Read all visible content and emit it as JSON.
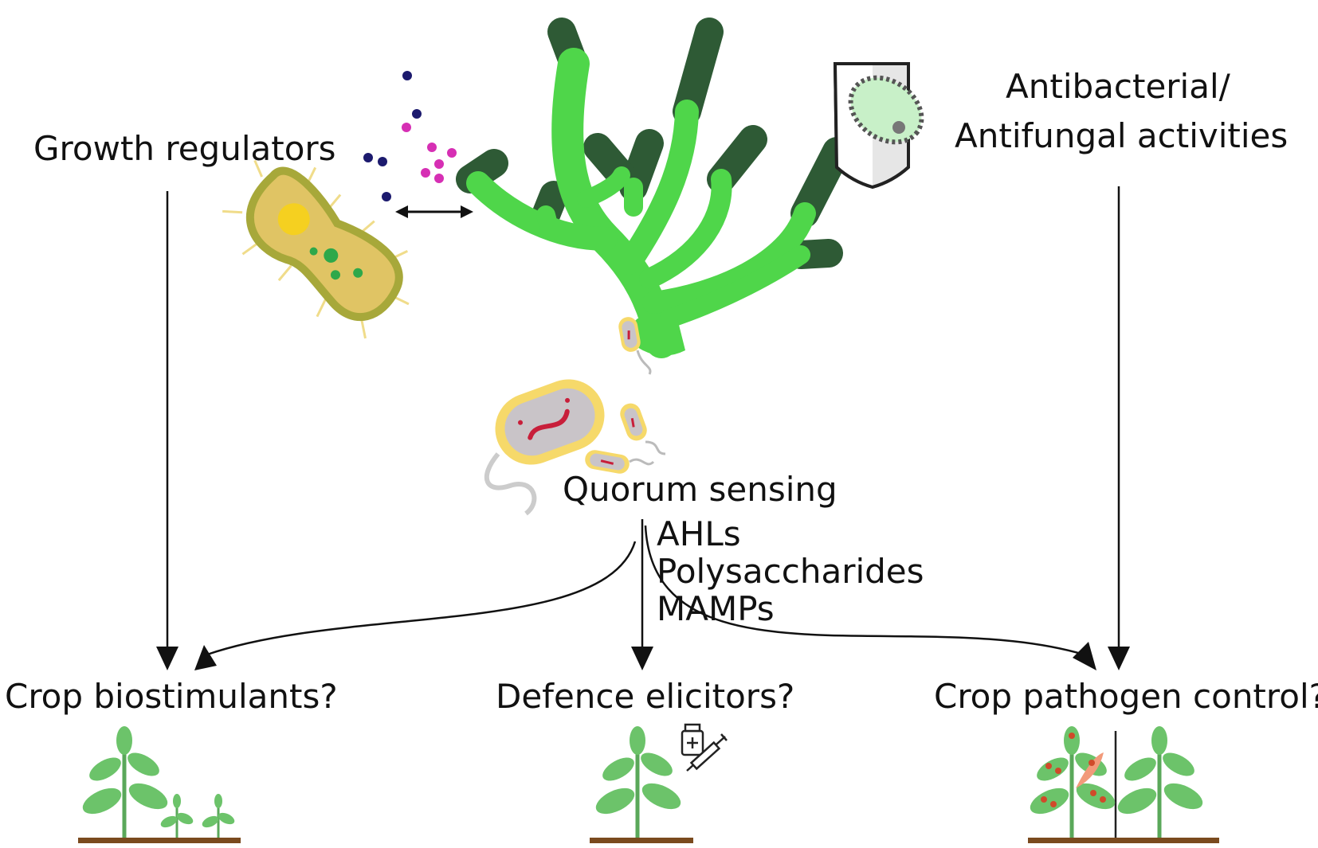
{
  "labels": {
    "growth_regulators": "Growth regulators",
    "antibacterial_line1": "Antibacterial/",
    "antibacterial_line2": "Antifungal activities",
    "quorum_sensing": "Quorum sensing",
    "ahls": "AHLs",
    "polysaccharides": "Polysaccharides",
    "mamps": "MAMPs",
    "crop_biostimulants": "Crop biostimulants?",
    "defence_elicitors": "Defence elicitors?",
    "crop_pathogen_control": "Crop pathogen control?"
  },
  "icons": {
    "bacterium_left": "rod-bacterium-icon",
    "seaweed": "seaweed-icon",
    "shield": "shield-bacterium-icon",
    "medicine": "vial-and-syringe-icon",
    "plants": "plant-seedling-icon"
  },
  "colors": {
    "seaweed_light": "#4fd64a",
    "seaweed_dark": "#2e5a35",
    "bacterium_yellow": "#e8c84a",
    "signal_navy": "#1c1a6e",
    "signal_magenta": "#d62fb4",
    "plant_green": "#6cc36a",
    "soil_brown": "#7a4a1e"
  }
}
